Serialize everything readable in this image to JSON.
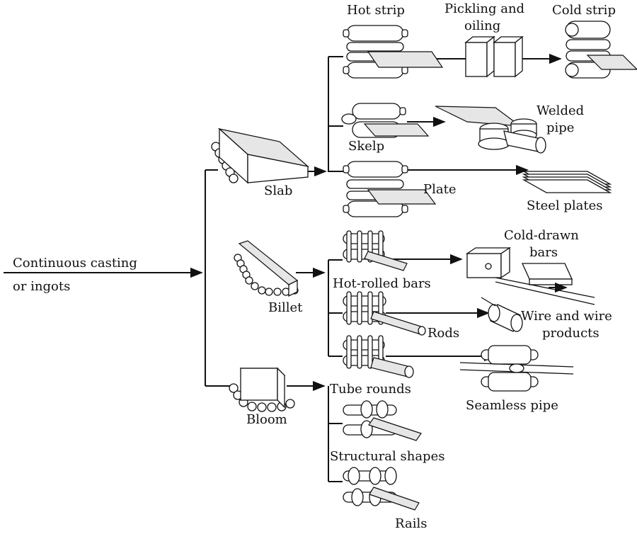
{
  "source": {
    "line1": "Continuous casting",
    "line2": "or ingots"
  },
  "primary": {
    "slab": "Slab",
    "billet": "Billet",
    "bloom": "Bloom"
  },
  "products": {
    "hot_strip": "Hot strip",
    "pickling_line1": "Pickling and",
    "pickling_line2": "oiling",
    "cold_strip": "Cold strip",
    "skelp": "Skelp",
    "welded_line1": "Welded",
    "welded_line2": "pipe",
    "plate": "Plate",
    "steel_plates": "Steel plates",
    "hot_rolled_bars": "Hot-rolled bars",
    "cold_drawn_line1": "Cold-drawn",
    "cold_drawn_line2": "bars",
    "rods": "Rods",
    "wire_line1": "Wire and wire",
    "wire_line2": "products",
    "tube_rounds": "Tube rounds",
    "seamless_pipe": "Seamless pipe",
    "structural_shapes": "Structural shapes",
    "rails": "Rails"
  }
}
